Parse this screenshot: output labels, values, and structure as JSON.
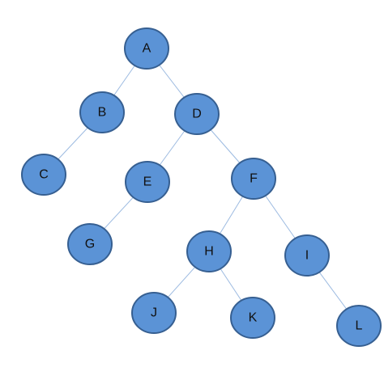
{
  "colors": {
    "node_fill": "#5b93d6",
    "node_border": "#365f91",
    "edge": "#9dbbe1",
    "label": "#111111"
  },
  "nodes": [
    {
      "id": "A",
      "label": "A"
    },
    {
      "id": "B",
      "label": "B"
    },
    {
      "id": "D",
      "label": "D"
    },
    {
      "id": "C",
      "label": "C"
    },
    {
      "id": "E",
      "label": "E"
    },
    {
      "id": "F",
      "label": "F"
    },
    {
      "id": "G",
      "label": "G"
    },
    {
      "id": "H",
      "label": "H"
    },
    {
      "id": "I",
      "label": "I"
    },
    {
      "id": "J",
      "label": "J"
    },
    {
      "id": "K",
      "label": "K"
    },
    {
      "id": "L",
      "label": "L"
    }
  ],
  "edges": [
    {
      "from": "A",
      "to": "B"
    },
    {
      "from": "A",
      "to": "D"
    },
    {
      "from": "B",
      "to": "C"
    },
    {
      "from": "D",
      "to": "E"
    },
    {
      "from": "D",
      "to": "F"
    },
    {
      "from": "E",
      "to": "G"
    },
    {
      "from": "F",
      "to": "H"
    },
    {
      "from": "F",
      "to": "I"
    },
    {
      "from": "H",
      "to": "J"
    },
    {
      "from": "H",
      "to": "K"
    },
    {
      "from": "I",
      "to": "L"
    }
  ]
}
